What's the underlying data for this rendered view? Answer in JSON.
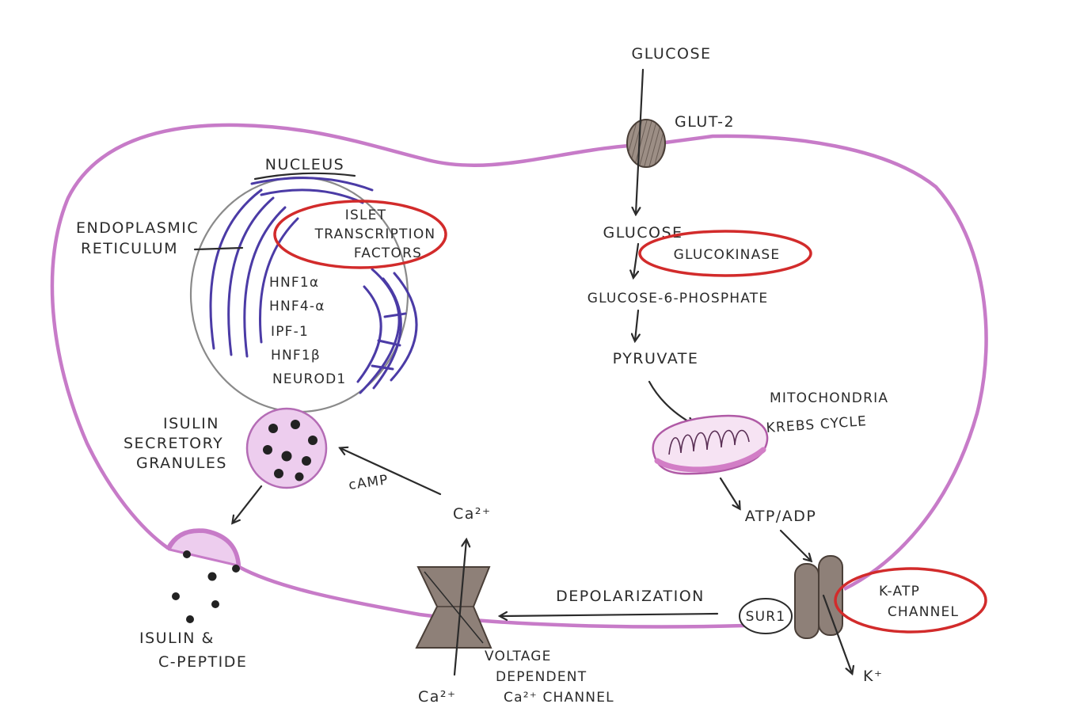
{
  "diagram": {
    "glucose_outside": "GLUCOSE",
    "glut2": "GLUT-2",
    "nucleus": "NUCLEUS",
    "er": [
      "ENDOPLASMIC",
      "RETICULUM"
    ],
    "islet_tf": [
      "ISLET",
      "TRANSCRIPTION",
      "FACTORS"
    ],
    "tf_list": [
      "HNF1α",
      "HNF4-α",
      "IPF-1",
      "HNF1β",
      "NEUROD1"
    ],
    "granules": [
      "ISULIN",
      "SECRETORY",
      "GRANULES"
    ],
    "camp": "cAMP",
    "ca_inside": "Ca²⁺",
    "release": [
      "ISULIN &",
      "C-PEPTIDE"
    ],
    "ca_outside": "Ca²⁺",
    "vdcc": [
      "VOLTAGE",
      "DEPENDENT",
      "Ca²⁺ CHANNEL"
    ],
    "depolarization": "DEPOLARIZATION",
    "sur1": "SUR1",
    "katp": [
      "K-ATP",
      "CHANNEL"
    ],
    "k_ion": "K⁺",
    "glucose_inside": "GLUCOSE",
    "glucokinase": "GLUCOKINASE",
    "g6p": "GLUCOSE-6-PHOSPHATE",
    "pyruvate": "PYRUVATE",
    "mito": [
      "MITOCHONDRIA",
      "KREBS CYCLE"
    ],
    "atp_adp": "ATP/ADP"
  },
  "colors": {
    "membrane": "#c77bc8",
    "er": "#4b3ba6",
    "highlight": "#d22b2b",
    "granule": "#edcdee",
    "channel": "#8e8078",
    "ink": "#2b2b2b"
  }
}
